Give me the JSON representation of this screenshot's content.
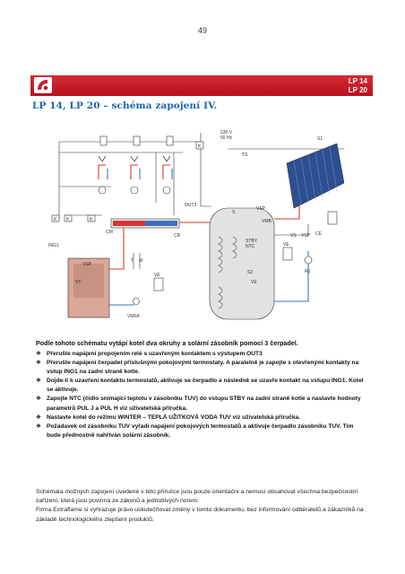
{
  "page_number": "49",
  "model_tag": [
    "LP 14",
    "LP 20"
  ],
  "heading": "LP 14, LP 20 – schéma zapojení IV.",
  "diagram_labels": {
    "power": [
      "230 V",
      "50 Hz"
    ],
    "k": "K",
    "t": "T",
    "m": "M",
    "ts": "TS",
    "s1": "S1",
    "s": "S",
    "s2": "S2",
    "r1": "R1",
    "ce": "CE",
    "vs": "VS",
    "vsp": "VSP",
    "vmb": "VMB",
    "cm": "CM",
    "cr": "CR",
    "out3": "OUT3",
    "stby": "STBY",
    "ntc": "NTC",
    "ing1": "ING1",
    "ve": "VE",
    "vmfa": "VMFA",
    "vt": "VT",
    "vsp_boiler": "VSP"
  },
  "intro": "Podle tohoto schématu vytápí kotel dva okruhy a solární zásobník pomocí 3 čerpadel.",
  "steps": [
    "Přerušte napájení propojením relé s uzavřeným kontaktem s výstupem OUT3",
    "Přerušte napájení čerpadel příslušnými pokojovými termostaty. A paralelně je zapojte s otevřenými kontakty na vstup ING1 na zadní straně kotle.",
    "Dojde-li k uzavření kontaktu termostatů, aktivuje se čerpadlo a následně se uzavře kontakt na vstupu ING1. Kotel se aktivuje.",
    "Zapojte NTC (čidlo snímající teplotu v zásobníku TUV) do vstupu STBY na zadní straně kotle a nastavte hodnoty parametrů PUL J a PUL H viz uživatelská příručka.",
    "Nastavte kotel do režimu WINTER – TEPLÁ UŽITKOVÁ VODA TUV viz uživatelská příručka.",
    "Požadavek od zásobníku TUV vyřadí napájení pokojových termostatů a aktivuje čerpadlo zásobníku TUV. Tím bude přednostně nahříván solární zásobník."
  ],
  "footer": [
    "Schémata možných zapojení uvedené v této příručce jsou pouze orientační a nemusí obsahovat všechna bezpečnostní zařízení, která jsou povinná ze zákonů a jednotlivých norem.",
    "Firma Extraflame si vyhrazuje právo uskutečňovat změny v tomto dokumentu, bez informování odběratelů a zákazníků na základě technologického zlepšení produktů."
  ],
  "colors": {
    "accent": "#c41e2a",
    "heading": "#1b66b3",
    "hot_pipe": "#d9342b",
    "cold_pipe": "#3a6fc2"
  }
}
